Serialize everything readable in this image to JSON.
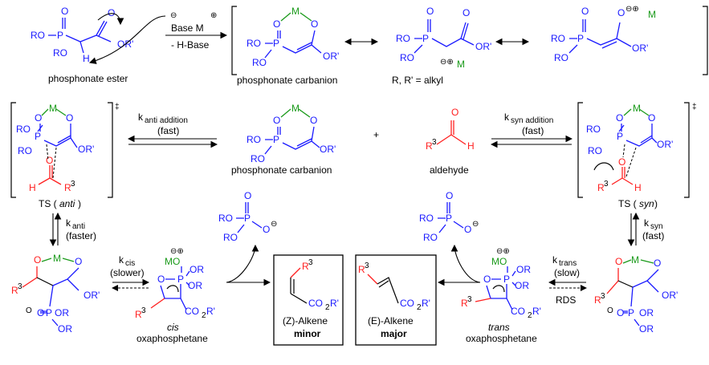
{
  "top": {
    "ester_label": "phosphonate ester",
    "base_m": "Base M",
    "minus_hbase": "- H-Base",
    "carbanion_label": "phosphonate carbanion",
    "r_alkyl": "R, R' = alkyl"
  },
  "middle": {
    "k_anti_addition": "anti addition",
    "k_syn_addition": "syn addition",
    "fast": "(fast)",
    "carbanion_label": "phosphonate carbanion",
    "plus": "+",
    "aldehyde_label": "aldehyde",
    "ts_anti_pre": "TS (",
    "ts_anti_it": "anti",
    "ts_syn_it": "syn",
    "ts_close": ")",
    "k": "k",
    "k_anti": "anti",
    "faster": "(faster)",
    "k_syn": "syn",
    "fast2": "(fast)"
  },
  "bottom": {
    "k_cis": "cis",
    "slower": "(slower)",
    "cis_it": "cis",
    "oxaphosphetane": "oxaphosphetane",
    "trans_it": "trans",
    "z_alkene": "(Z)-Alkene",
    "minor": "minor",
    "e_alkene": "(E)-Alkene",
    "major": "major",
    "k_trans": "trans",
    "slow": "(slow)",
    "rds": "RDS"
  },
  "atoms": {
    "RO": "RO",
    "OR": "OR",
    "ORp": "OR'",
    "O": "O",
    "P": "P",
    "M": "M",
    "H": "H",
    "R3": "R",
    "three": "3",
    "CO2R": "CO",
    "two": "2",
    "Rp": "R'",
    "MO": "MO",
    "OE": "O",
    "double_dagger": "‡",
    "ominus": "⊖",
    "oplus": "⊕",
    "opm": "⊖⊕",
    "M_plain": "M"
  },
  "colors": {
    "blue": "#1a1aff",
    "red": "#ff2020",
    "green": "#1a9a1a",
    "black": "#000000"
  }
}
